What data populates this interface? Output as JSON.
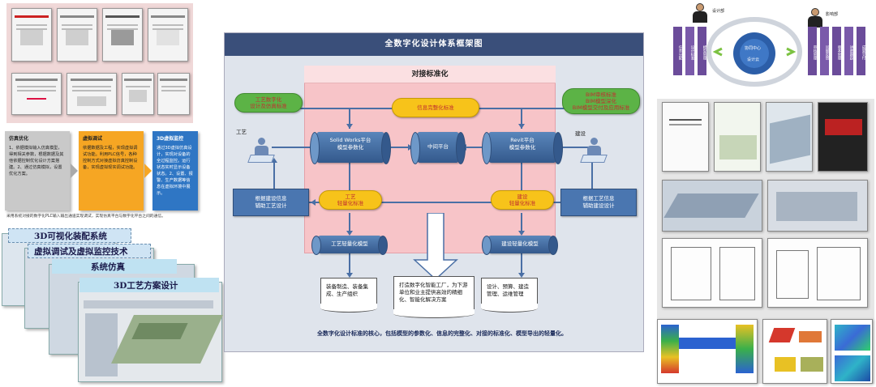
{
  "left_top": {
    "doc_labels": [
      "",
      "",
      "",
      "",
      "",
      "",
      "",
      ""
    ]
  },
  "info_boxes": [
    {
      "title": "仿真优化",
      "text": "1、依据模拟输入仿真模型，得到相关参数，根据数据及其他依据控制优化设计方案搭建。2、通过仿真模拟，设置优化方案。",
      "bg": "#c9c9c9"
    },
    {
      "title": "虚拟调试",
      "text": "依据数据及工程，实现虚拟调试功能。利用PLC信号，各种控制方式对接虚拟仿真控制设备，实现虚拟现实调试功能。",
      "bg": "#f6a623"
    },
    {
      "title": "3D虚拟监控",
      "text": "通过3D虚拟仿真设计，实现对设备的全过程监控。运行状态实时显示设备状态。2、设置、报警、生产数据等信息在虚拟环境中展示。",
      "bg": "#2f76c4"
    }
  ],
  "left_caption": "采用系统对接的数字化PLC输入输出通道实现调试，实现仿真平台与数字化平台之间的通信。",
  "software_titles": [
    "3D可视化装配系统",
    "虚拟调试及虚拟监控技术",
    "系统仿真",
    "3D工艺方案设计"
  ],
  "diagram": {
    "title": "全数字化设计体系框架图",
    "pink_header": "对接标准化",
    "green_left": "工艺数字化\n设计及仿真标准",
    "info_std": "信息完整化标准",
    "green_right": "BIM审核标准\nBIM模型深化\nBIM模型交付及应用标准",
    "person_left": "工艺",
    "person_right": "建设",
    "cyl_left": "Solid Works平台\n模型参数化",
    "cyl_mid": "中间平台",
    "cyl_right": "Revit平台\n模型参数化",
    "box_left": "根据建设信息\n辅助工艺设计",
    "box_right": "根据工艺信息\n辅助建设设计",
    "yellow_left": "工艺\n轻量化标准",
    "yellow_right": "建设\n轻量化标准",
    "cyl_bot_left": "工艺轻量化模型",
    "cyl_bot_right": "建设轻量化模型",
    "doc_left": "装备制造、装备集成、生产组织",
    "doc_mid": "打造数字化智能工厂，为下游单位和业主提供高效的精细化、智能化解决方案",
    "doc_right": "设计、预算、建造管理、运维管理",
    "footer": "全数字化设计标准的核心，包括模型的参数化、信息的完整化、对接的标准化、模型导出的轻量化。"
  },
  "right_top": {
    "person_left_label": "设计部",
    "person_right_label": "影响部",
    "circle_label": "协同中心",
    "circle_sub": "设计云"
  }
}
